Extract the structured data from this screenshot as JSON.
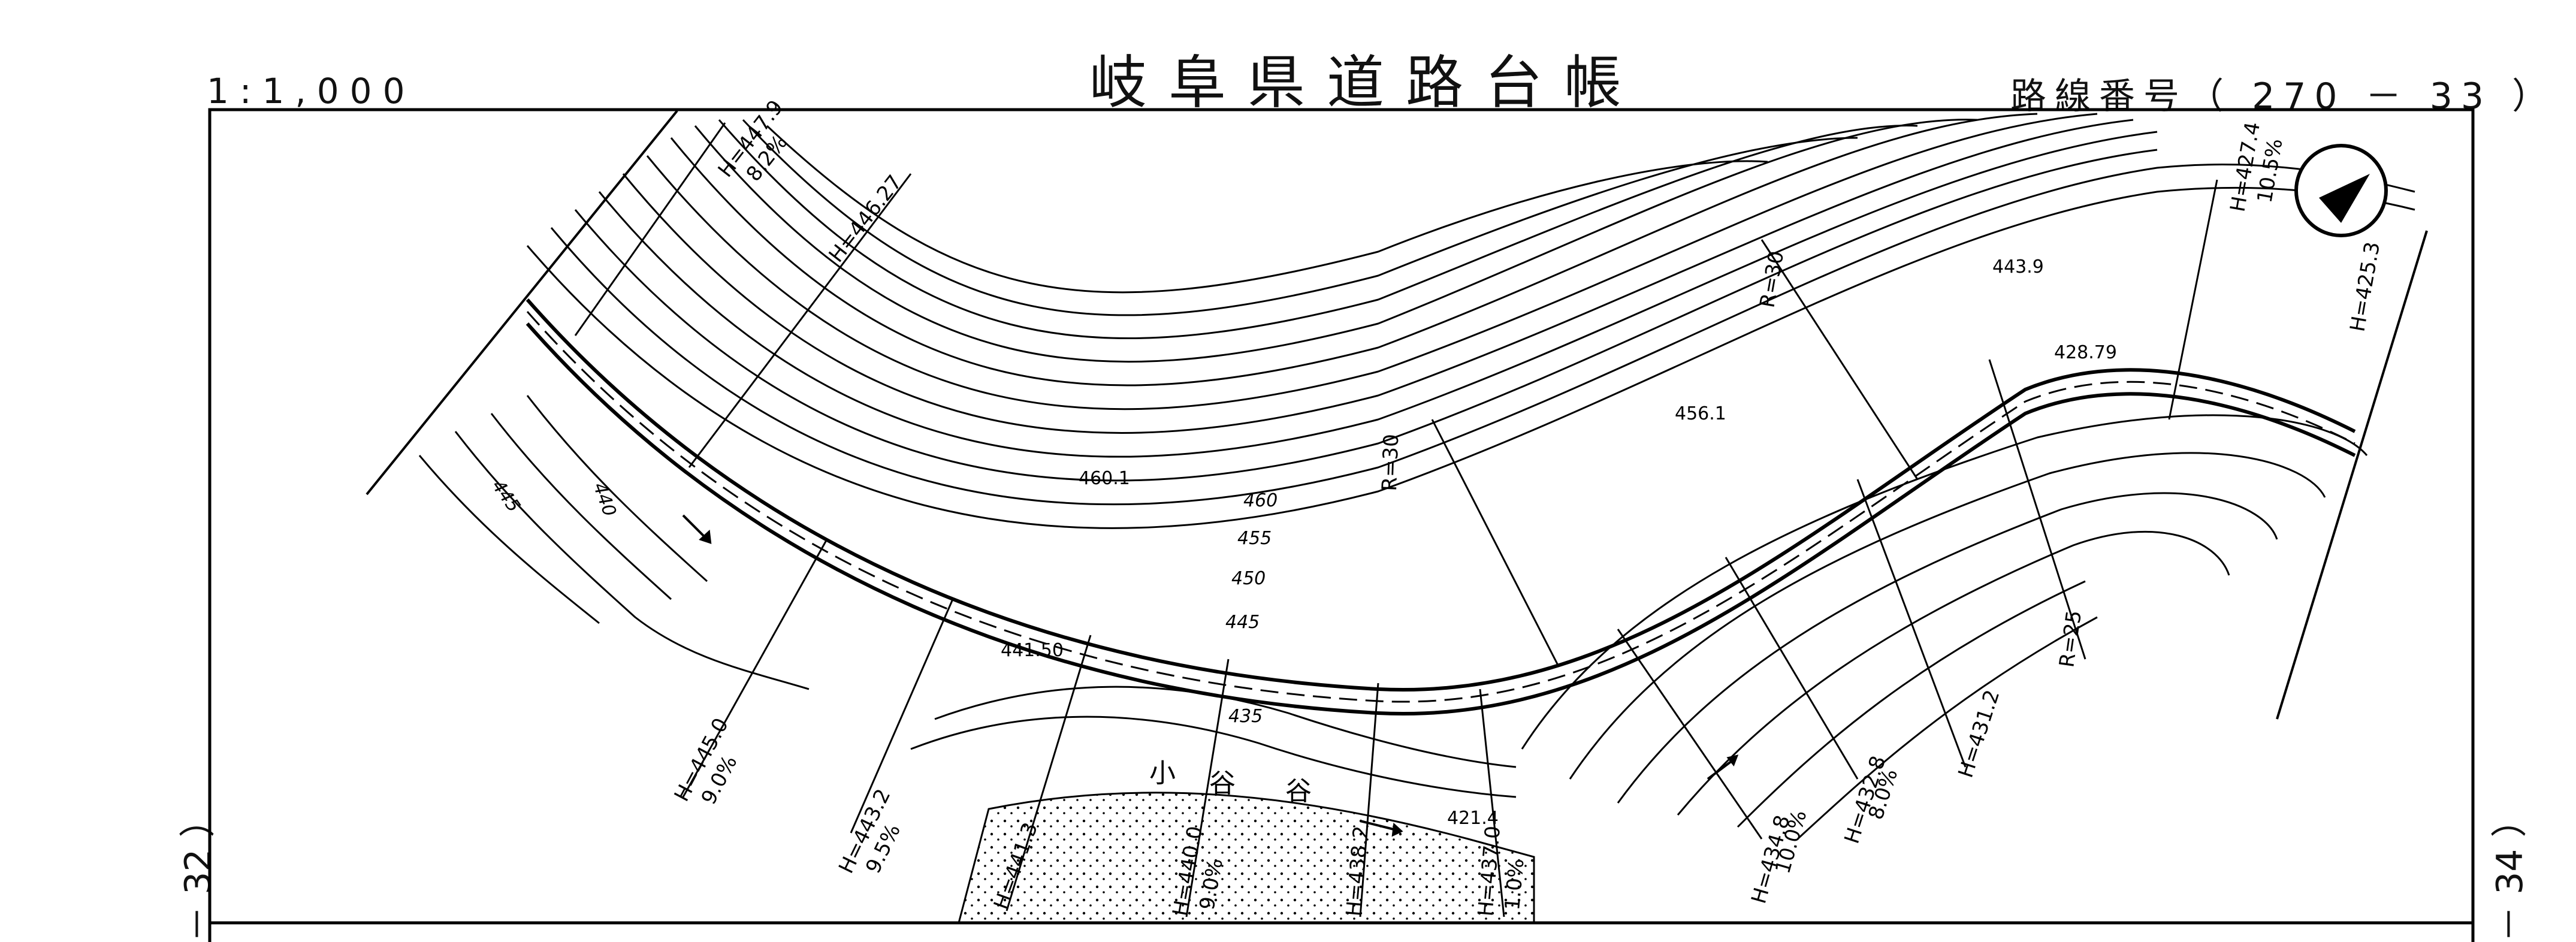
{
  "header": {
    "scale": "1:1,000",
    "title": "岐阜県道路台帳",
    "route": "路線番号（ 270 － 33 ）"
  },
  "side_labels": {
    "left": "－ 32 ）",
    "right": "－ 34 ）"
  },
  "map": {
    "profile_marks": [
      {
        "h": "H=447.9",
        "g": "8.2%"
      },
      {
        "h": "H=446.27",
        "g": ""
      },
      {
        "h": "H=445.0",
        "g": "9.0%"
      },
      {
        "h": "H=443.2",
        "g": "9.5%"
      },
      {
        "h": "H=441.3",
        "g": ""
      },
      {
        "h": "H=440.0",
        "g": "9.0%"
      },
      {
        "h": "H=438.2",
        "g": ""
      },
      {
        "h": "H=437.0",
        "g": "1.0%"
      },
      {
        "h": "H=434.8",
        "g": "10.0%"
      },
      {
        "h": "H=432.8",
        "g": "8.0%"
      },
      {
        "h": "H=431.2",
        "g": ""
      },
      {
        "h": "H=427.4",
        "g": "10.5%"
      },
      {
        "h": "H=425.3",
        "g": ""
      }
    ],
    "radii": [
      "R=30",
      "R=30",
      "R=25"
    ],
    "elevations": [
      "460.1",
      "456.1",
      "443.9",
      "428.79",
      "441.50",
      "421.4"
    ],
    "contours": [
      "445",
      "440",
      "460",
      "455",
      "450",
      "445",
      "435"
    ],
    "river_name": [
      "小",
      "谷",
      "谷"
    ],
    "north_arrow": "north-arrow-icon",
    "colors": {
      "ink": "#000000",
      "paper": "#ffffff"
    }
  }
}
